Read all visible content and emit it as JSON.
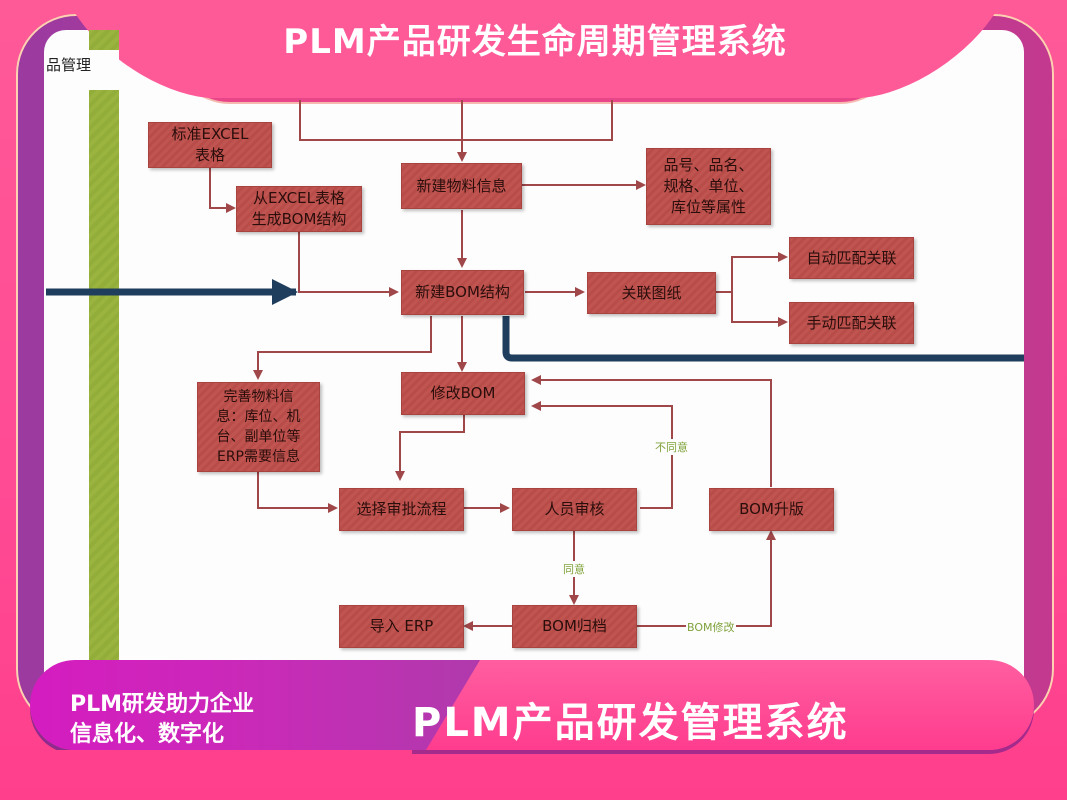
{
  "header": {
    "title": "PLM产品研发生命周期管理系统"
  },
  "sidebar": {
    "lane_label": "品管理"
  },
  "diagram": {
    "nodes": {
      "excel_template": "标准EXCEL\n表格",
      "excel_to_bom": "从EXCEL表格\n生成BOM结构",
      "new_material": "新建物料信息",
      "material_attrs": "品号、品名、\n规格、单位、\n库位等属性",
      "new_bom": "新建BOM结构",
      "link_drawing": "关联图纸",
      "auto_match": "自动匹配关联",
      "manual_match": "手动匹配关联",
      "complete_material": "完善物料信\n息：库位、机\n台、副单位等\nERP需要信息",
      "modify_bom": "修改BOM",
      "select_approval": "选择审批流程",
      "staff_review": "人员审核",
      "bom_upgrade": "BOM升版",
      "import_erp": "导入 ERP",
      "bom_archive": "BOM归档"
    },
    "edge_labels": {
      "disagree": "不同意",
      "agree": "同意",
      "bom_modify": "BOM修改"
    },
    "colors": {
      "node_fill": "#bf5450",
      "connector": "#a0474a",
      "swimlane_divider": "#1f3d5c",
      "lane_bar": "#9ab43f",
      "edge_label": "#7fa23a"
    }
  },
  "footer": {
    "slogan_line1": "PLM研发助力企业",
    "slogan_line2": "信息化、数字化",
    "banner_title": "PLM产品研发管理系统"
  }
}
